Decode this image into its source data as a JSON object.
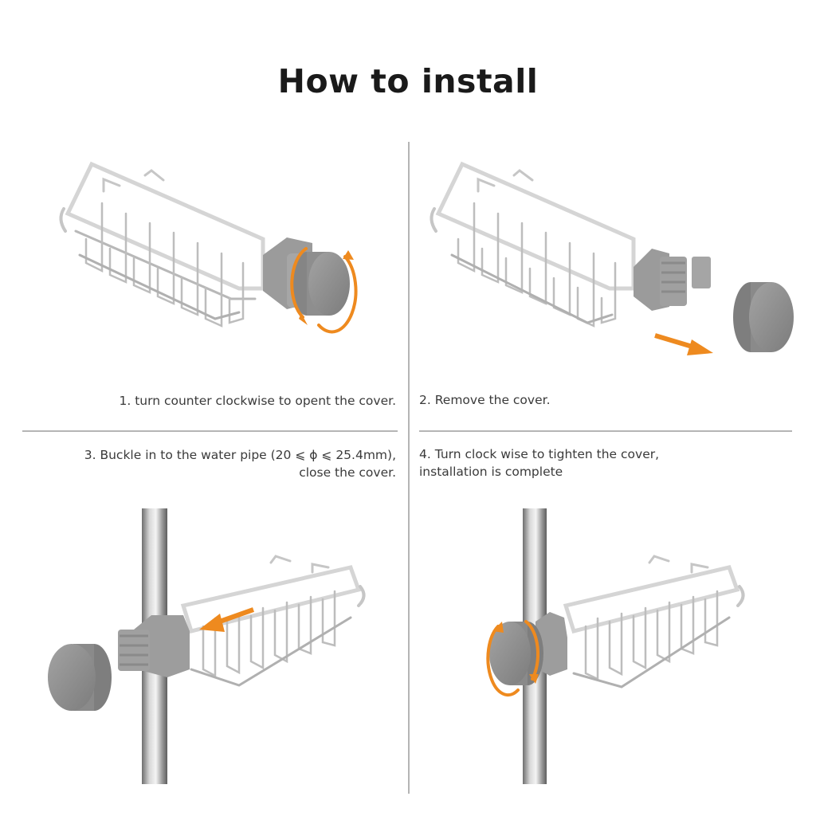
{
  "title": "How to install",
  "steps": [
    {
      "lines": [
        "1. turn counter clockwise to opent the cover."
      ]
    },
    {
      "lines": [
        "2. Remove the cover."
      ]
    },
    {
      "lines": [
        "3. Buckle in to the water pipe (20 ⩽ ϕ ⩽ 25.4mm),",
        "close the cover."
      ]
    },
    {
      "lines": [
        "4. Turn clock wise to tighten the cover,",
        "installation is complete"
      ]
    }
  ],
  "colors": {
    "arrow": "#ee8a1f",
    "cover": "#8e8e8e",
    "wire": "#c4c4c4",
    "divider": "#b5b5b5"
  },
  "icons": [
    "rotate-counter-clockwise-arrow",
    "remove-arrow",
    "insert-arrow",
    "rotate-clockwise-arrow"
  ]
}
